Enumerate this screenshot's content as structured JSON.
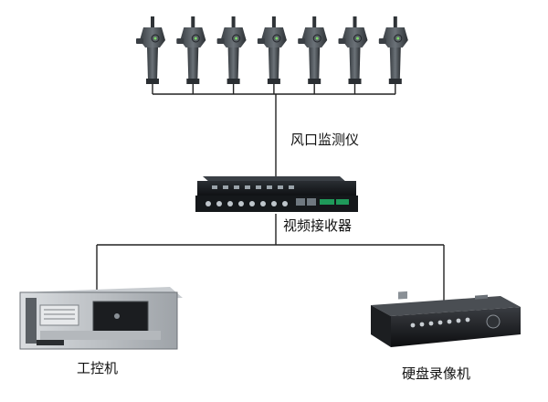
{
  "labels": {
    "monitor": "风口监测仪",
    "receiver": "视频接收器",
    "ipc": "工控机",
    "dvr": "硬盘录像机"
  },
  "monitor_count": 7
}
